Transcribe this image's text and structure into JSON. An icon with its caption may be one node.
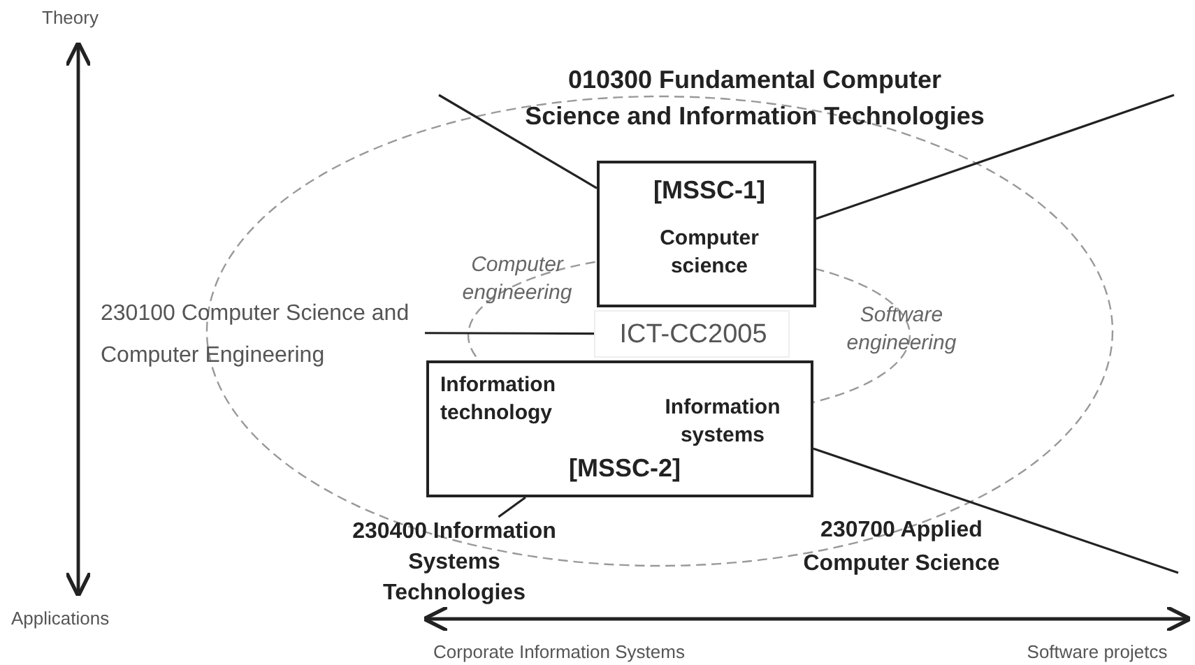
{
  "diagram": {
    "nodes": [
      {
        "text": [
          "[MSSC-1]",
          "Computer science"
        ]
      },
      {
        "text": [
          "ICT-CC2005"
        ]
      },
      {
        "text": [
          "Information technology",
          "Information systems",
          "[MSSC-2]"
        ]
      },
      {
        "text": [
          "230100 Computer Science and Computer Engineering"
        ]
      },
      {
        "text": [
          "230400 Information Systems Technologies"
        ]
      }
    ],
    "edges": [
      {
        "from": 0,
        "to": null,
        "arrow": "none"
      },
      {
        "from": 0,
        "to": null,
        "arrow": "none"
      },
      {
        "from": 1,
        "to": 3,
        "arrow": "none"
      },
      {
        "from": 2,
        "to": 4,
        "arrow": "none"
      },
      {
        "from": 2,
        "to": null,
        "arrow": "none"
      }
    ],
    "labels": [
      "Theory",
      "010300 Fundamental Computer Science and Information Technologies",
      "Computer engineering",
      "Software engineering",
      "230700 Applied Computer Science",
      "Applications",
      "Corporate Information Systems",
      "Software projetcs"
    ]
  }
}
